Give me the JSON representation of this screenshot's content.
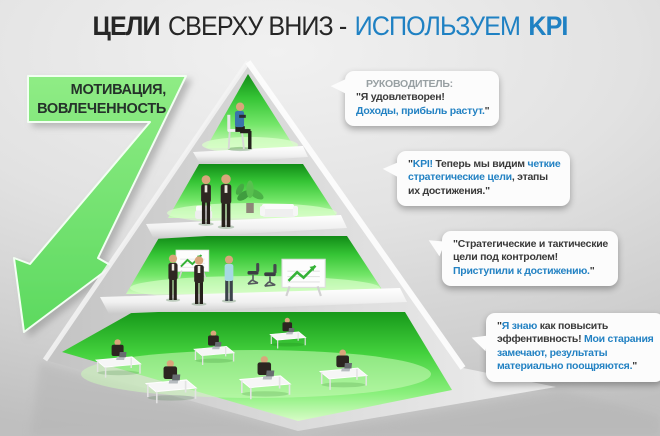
{
  "title": {
    "part1_bold_dark": "ЦЕЛИ",
    "part2_dark": "СВЕРХУ ВНИЗ -",
    "part3_blue": "ИСПОЛЬЗУЕМ",
    "part4_blue_bold": "KPI"
  },
  "arrow_label": {
    "line1": "МОТИВАЦИЯ,",
    "line2": "ВОВЛЕЧЕННОСТЬ"
  },
  "bubbles": [
    {
      "name": "director",
      "lines": [
        [
          {
            "t": "РУКОВОДИТЕЛЬ:",
            "c": "gray"
          }
        ],
        [
          {
            "t": "\"Я удовлетворен!",
            "c": "dark"
          }
        ],
        [
          {
            "t": "Доходы, прибыль растут.",
            "c": "blue"
          },
          {
            "t": "\"",
            "c": "dark"
          }
        ]
      ]
    },
    {
      "name": "kpi-vision",
      "lines": [
        [
          {
            "t": "\"",
            "c": "dark"
          },
          {
            "t": "KPI!",
            "c": "blue"
          },
          {
            "t": " Теперь мы видим ",
            "c": "dark"
          },
          {
            "t": "четкие",
            "c": "blue"
          }
        ],
        [
          {
            "t": "стратегические цели",
            "c": "blue"
          },
          {
            "t": ", этапы",
            "c": "dark"
          }
        ],
        [
          {
            "t": "их достижения.\"",
            "c": "dark"
          }
        ]
      ]
    },
    {
      "name": "tactics",
      "lines": [
        [
          {
            "t": "\"Стратегические и тактические",
            "c": "dark"
          }
        ],
        [
          {
            "t": "цели под контролем!",
            "c": "dark"
          }
        ],
        [
          {
            "t": "Приступили к достижению.",
            "c": "blue"
          },
          {
            "t": "\"",
            "c": "dark"
          }
        ]
      ]
    },
    {
      "name": "employee",
      "lines": [
        [
          {
            "t": "\"",
            "c": "dark"
          },
          {
            "t": "Я знаю",
            "c": "blue"
          },
          {
            "t": " как повысить",
            "c": "dark"
          }
        ],
        [
          {
            "t": "эффентивность! ",
            "c": "dark"
          },
          {
            "t": "Мои старания",
            "c": "blue"
          }
        ],
        [
          {
            "t": "замечают, результаты",
            "c": "blue"
          }
        ],
        [
          {
            "t": "материально поощряются.",
            "c": "blue"
          },
          {
            "t": "\"",
            "c": "dark"
          }
        ]
      ]
    }
  ],
  "colors": {
    "accent_green": "#6fe26f",
    "accent_blue": "#2081c2",
    "title_dark": "#262626",
    "bubble_dark": "#3a3a3a",
    "bubble_gray": "#98a0a3",
    "pyramid_wall": "#d6d6d6"
  }
}
